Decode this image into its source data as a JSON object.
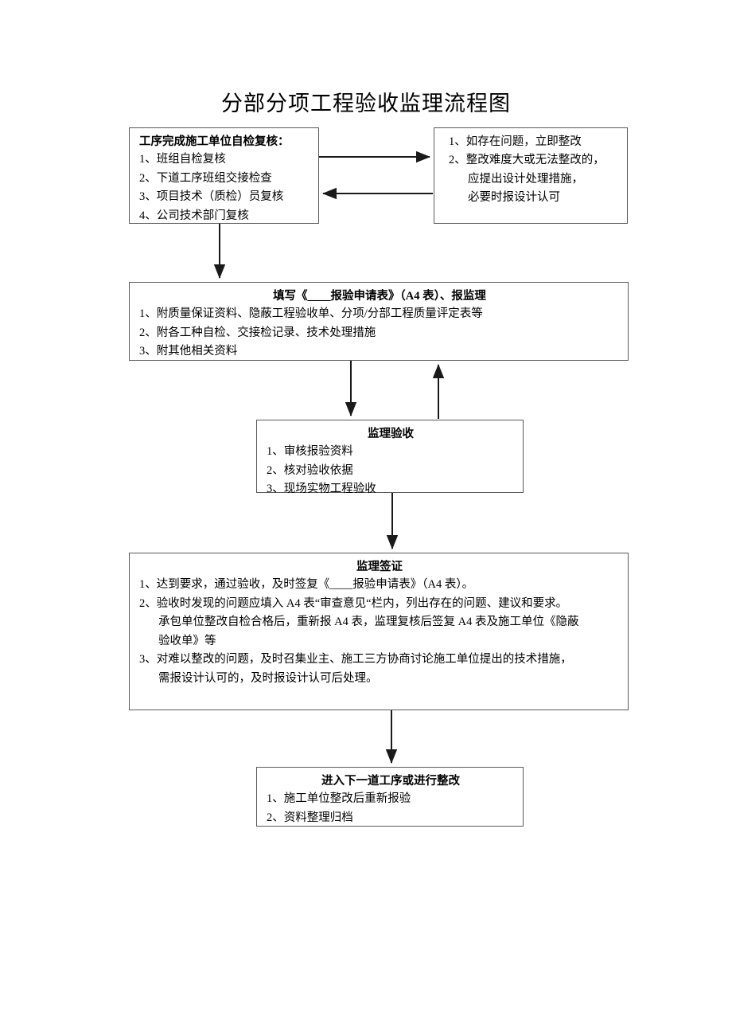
{
  "document": {
    "title": "分部分项工程验收监理流程图"
  },
  "nodes": {
    "self_check": {
      "heading": "工序完成施工单位自检复核：",
      "items": [
        "1、班组自检复核",
        "2、下道工序班组交接检查",
        "3、项目技术（质检）员复核",
        "4、公司技术部门复核"
      ]
    },
    "rectify": {
      "items": [
        "1、如存在问题，立即整改",
        "2、整改难度大或无法整改的，"
      ],
      "continuation": [
        "应提出设计处理措施，",
        "必要时报设计认可"
      ]
    },
    "application": {
      "heading": "填写《____报验申请表》（A4 表）、报监理",
      "items": [
        "1、附质量保证资料、隐蔽工程验收单、分项/分部工程质量评定表等",
        "2、附各工种自检、交接检记录、技术处理措施",
        "3、附其他相关资料"
      ]
    },
    "supervision_acceptance": {
      "heading": "监理验收",
      "items": [
        "1、审核报验资料",
        "2、核对验收依据",
        "3、现场实物工程验收"
      ]
    },
    "supervision_visa": {
      "heading": "监理签证",
      "item1": "1、达到要求，通过验收，及时签复《____报验申请表》（A4 表）。",
      "item2": "2、验收时发现的问题应填入 A4 表“审查意见“栏内，列出存在的问题、建议和要求。",
      "item2_cont1": "承包单位整改自检合格后，重新报 A4 表，监理复核后签复 A4 表及施工单位《隐蔽",
      "item2_cont2": "验收单》等",
      "item3": "3、对难以整改的问题，及时召集业主、施工三方协商讨论施工单位提出的技术措施，",
      "item3_cont": "需报设计认可的，及时报设计认可后处理。"
    },
    "next_process": {
      "heading": "进入下一道工序或进行整改",
      "items": [
        "1、施工单位整改后重新报验",
        "2、资料整理归档"
      ]
    }
  },
  "connectors": {
    "self_check_to_rectify": "arrow-right",
    "rectify_to_self_check": "arrow-left",
    "self_check_to_application": "arrow-down",
    "application_to_acceptance": "arrow-down",
    "acceptance_to_application": "arrow-up",
    "acceptance_to_visa": "arrow-down",
    "visa_to_next_process": "arrow-down"
  },
  "colors": {
    "border": "#5a5a5a",
    "line": "#1a1a1a",
    "background": "#ffffff",
    "text": "#000000"
  }
}
